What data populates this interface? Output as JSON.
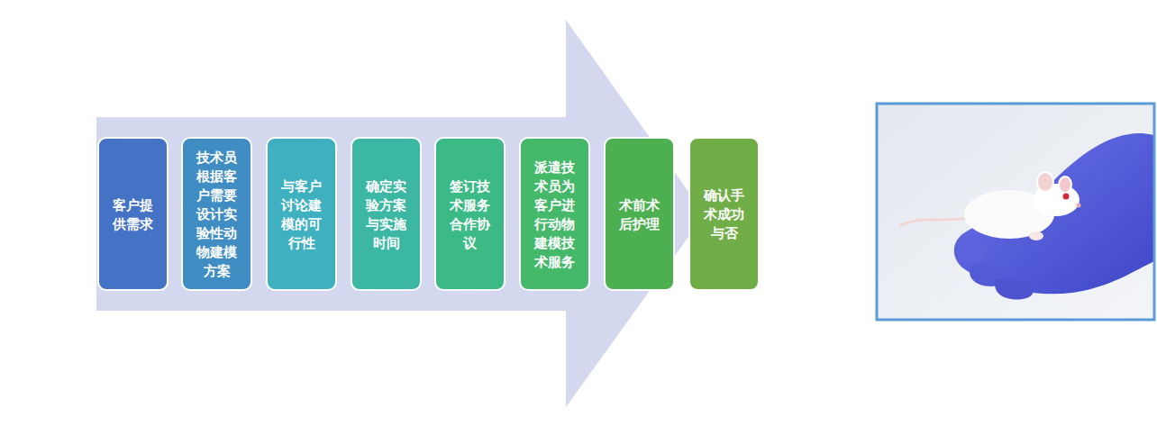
{
  "diagram": {
    "nodes": [
      {
        "text": [
          "客户提 供需求"
        ]
      },
      {
        "text": [
          "技术员 根据客 户需要 设计实 验性动 物建模 方案"
        ]
      },
      {
        "text": [
          "与客户 讨论建 模的可 行性"
        ]
      },
      {
        "text": [
          "确定实 验方案 与实施 时间"
        ]
      },
      {
        "text": [
          "签订技 术服务 合作协 议"
        ]
      },
      {
        "text": [
          "派遣技 术员为 客户进 行动物 建模技 术服务"
        ]
      },
      {
        "text": [
          "术前术 后护理"
        ]
      },
      {
        "text": [
          "确认手 术成功 与否"
        ]
      }
    ]
  }
}
